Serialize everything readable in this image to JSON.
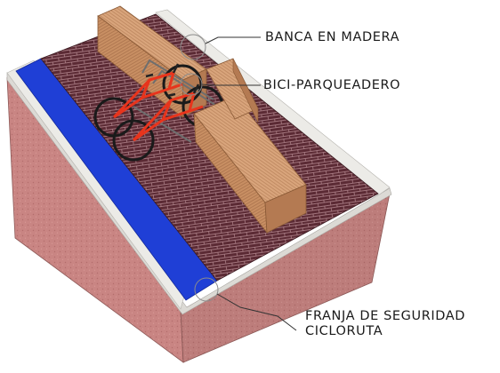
{
  "annotations": {
    "bench": "BANCA EN MADERA",
    "bike_rack": "BICI-PARQUEADERO",
    "safety_strip_line1": "FRANJA DE SEGURIDAD",
    "safety_strip_line2": "CICLORUTA"
  },
  "colors": {
    "bike_lane": "#1f3fd6",
    "pavers": "#5b2a34",
    "wood": "#d9a57c",
    "bicycle": "#e8341c",
    "soil": "#c98583",
    "curb": "#ecebe7"
  }
}
